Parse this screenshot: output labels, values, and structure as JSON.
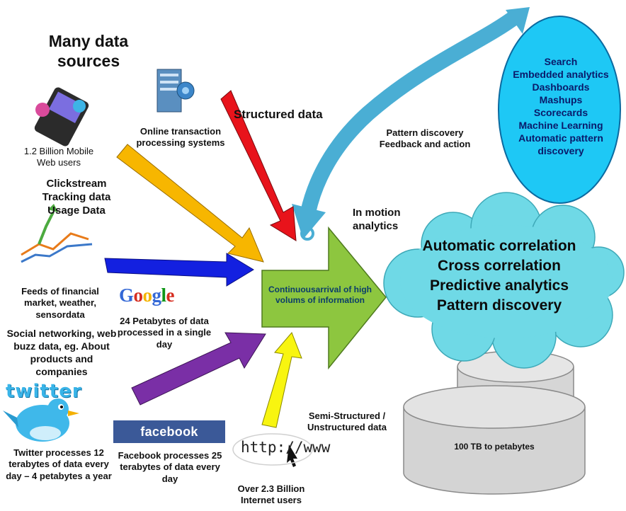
{
  "title": "Many data sources",
  "sources": {
    "mobile": "1.2 Billion Mobile Web users",
    "oltp": "Online transaction processing systems",
    "clickstream": [
      "Clickstream",
      "Tracking data",
      "Usage Data"
    ],
    "feeds": "Feeds of financial market, weather, sensordata",
    "social": "Social networking, web buzz data, eg. About products and companies",
    "google_logo": "Google",
    "google": "24 Petabytes of data processed in a single day",
    "twitter_logo": "twitter",
    "twitter": "Twitter processes 12 terabytes of data every day – 4 petabytes a year",
    "facebook_logo": "facebook",
    "facebook": "Facebook processes 25 terabytes of data every day",
    "http_logo": "http://www",
    "internet": "Over 2.3 Billion Internet users"
  },
  "labels": {
    "structured": "Structured data",
    "semi_structured": "Semi-Structured / Unstructured data",
    "pattern_feedback": "Pattern discovery Feedback and action",
    "in_motion": "In motion analytics",
    "green_arrow": "Continuousarrival of high volums of information"
  },
  "oval_items": [
    "Search",
    "Embedded analytics",
    "Dashboards",
    "Mashups",
    "Scorecards",
    "Machine Learning",
    "Automatic pattern",
    "discovery"
  ],
  "cloud_items": [
    "Automatic correlation",
    "Cross correlation",
    "Predictive analytics",
    "Pattern discovery"
  ],
  "storage": "100 TB to petabytes",
  "colors": {
    "structured_arrow": "#e8131b",
    "clickstream_arrow": "#f7b600",
    "feeds_arrow": "#1320e0",
    "social_arrow": "#7a2fa6",
    "internet_arrow": "#f8f510",
    "green_arrow": "#8dc63f",
    "feedback_arrow": "#4aaed4",
    "oval": "#1ec8f5",
    "cloud": "#6fd9e6",
    "cylinder": "#d9d9d9"
  }
}
